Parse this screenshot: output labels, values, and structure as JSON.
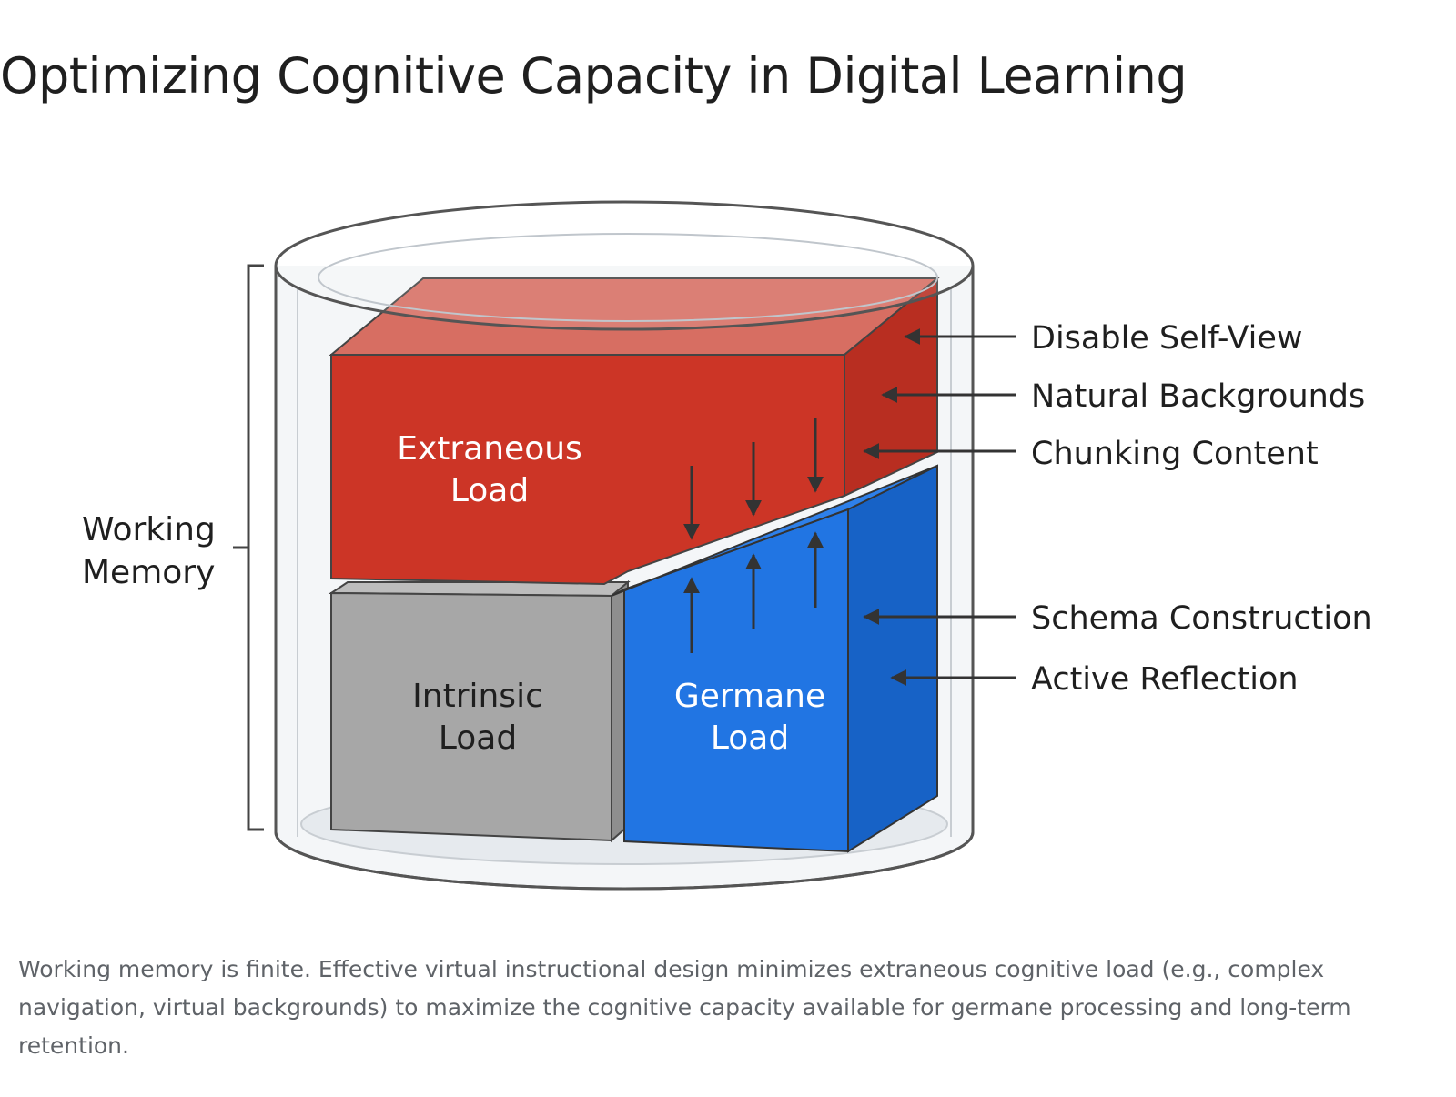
{
  "title": "Optimizing Cognitive Capacity in Digital Learning",
  "bracket_label": {
    "line1": "Working",
    "line2": "Memory"
  },
  "blocks": {
    "extraneous": {
      "line1": "Extraneous",
      "line2": "Load",
      "color": "#cc3526"
    },
    "intrinsic": {
      "line1": "Intrinsic",
      "line2": "Load",
      "color": "#a7a7a7"
    },
    "germane": {
      "line1": "Germane",
      "line2": "Load",
      "color": "#2175e3"
    }
  },
  "strategies": {
    "reduce_extraneous": [
      "Disable Self-View",
      "Natural Backgrounds",
      "Chunking Content"
    ],
    "increase_germane": [
      "Schema Construction",
      "Active Reflection"
    ]
  },
  "caption": "Working memory is finite. Effective virtual instructional design minimizes extraneous cognitive load (e.g., complex navigation, virtual backgrounds) to maximize the cognitive capacity available for germane processing and long-term retention."
}
